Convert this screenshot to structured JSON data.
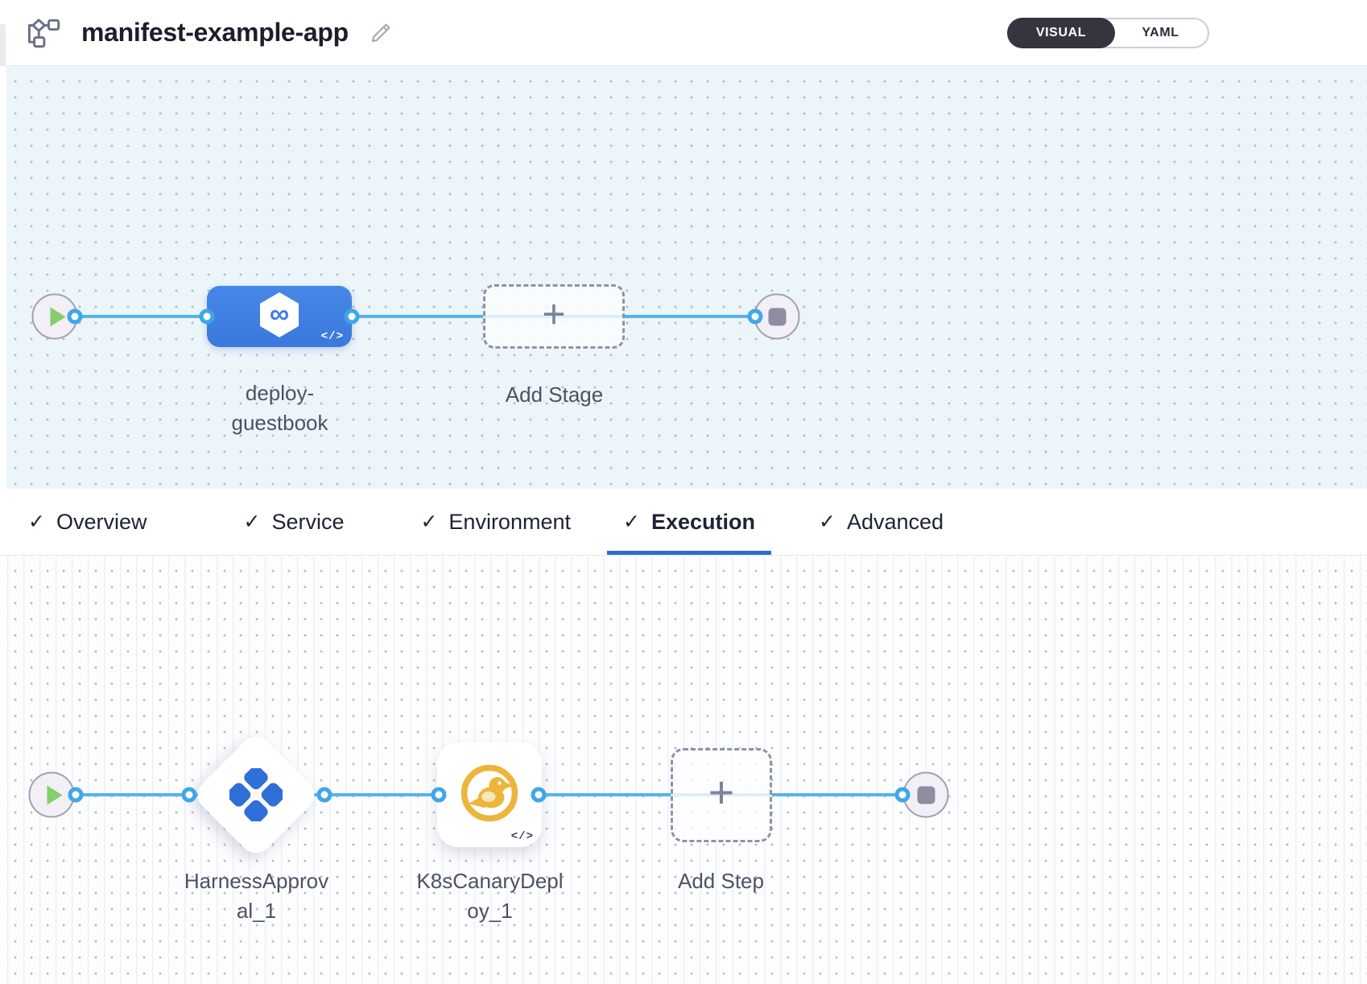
{
  "header": {
    "title": "manifest-example-app",
    "toggle": {
      "visual_label": "VISUAL",
      "yaml_label": "YAML",
      "selected": "VISUAL"
    }
  },
  "stage_canvas": {
    "stage_label": "deploy-guestbook",
    "stage_code_badge": "</>",
    "add_stage_label": "Add Stage",
    "plus": "+"
  },
  "tab_bar": {
    "check_glyph": "✓",
    "active_tab": "Execution",
    "tabs": [
      {
        "label": "Overview"
      },
      {
        "label": "Service"
      },
      {
        "label": "Environment"
      },
      {
        "label": "Execution"
      },
      {
        "label": "Advanced"
      }
    ]
  },
  "execution_canvas": {
    "step1_label": "HarnessApproval_1",
    "step2_label": "K8sCanaryDeploy_1",
    "step2_code_badge": "</>",
    "add_step_label": "Add Step",
    "plus": "+"
  },
  "icons": {
    "infinity_glyph": "∞",
    "stage_icon": "cd-infinity-hexagon-icon",
    "step1_icon": "approval-diamonds-icon",
    "step2_icon": "canary-bird-icon"
  },
  "colors": {
    "stage_blue": "#3e80e2",
    "connector_blue": "#57b3ea",
    "approval_blue": "#2e6fd8",
    "canary_yellow": "#ecb53b",
    "play_green": "#84cf67",
    "tab_underline_blue": "#2d6bd9",
    "canvas_top_bg": "#ecf5fa"
  }
}
